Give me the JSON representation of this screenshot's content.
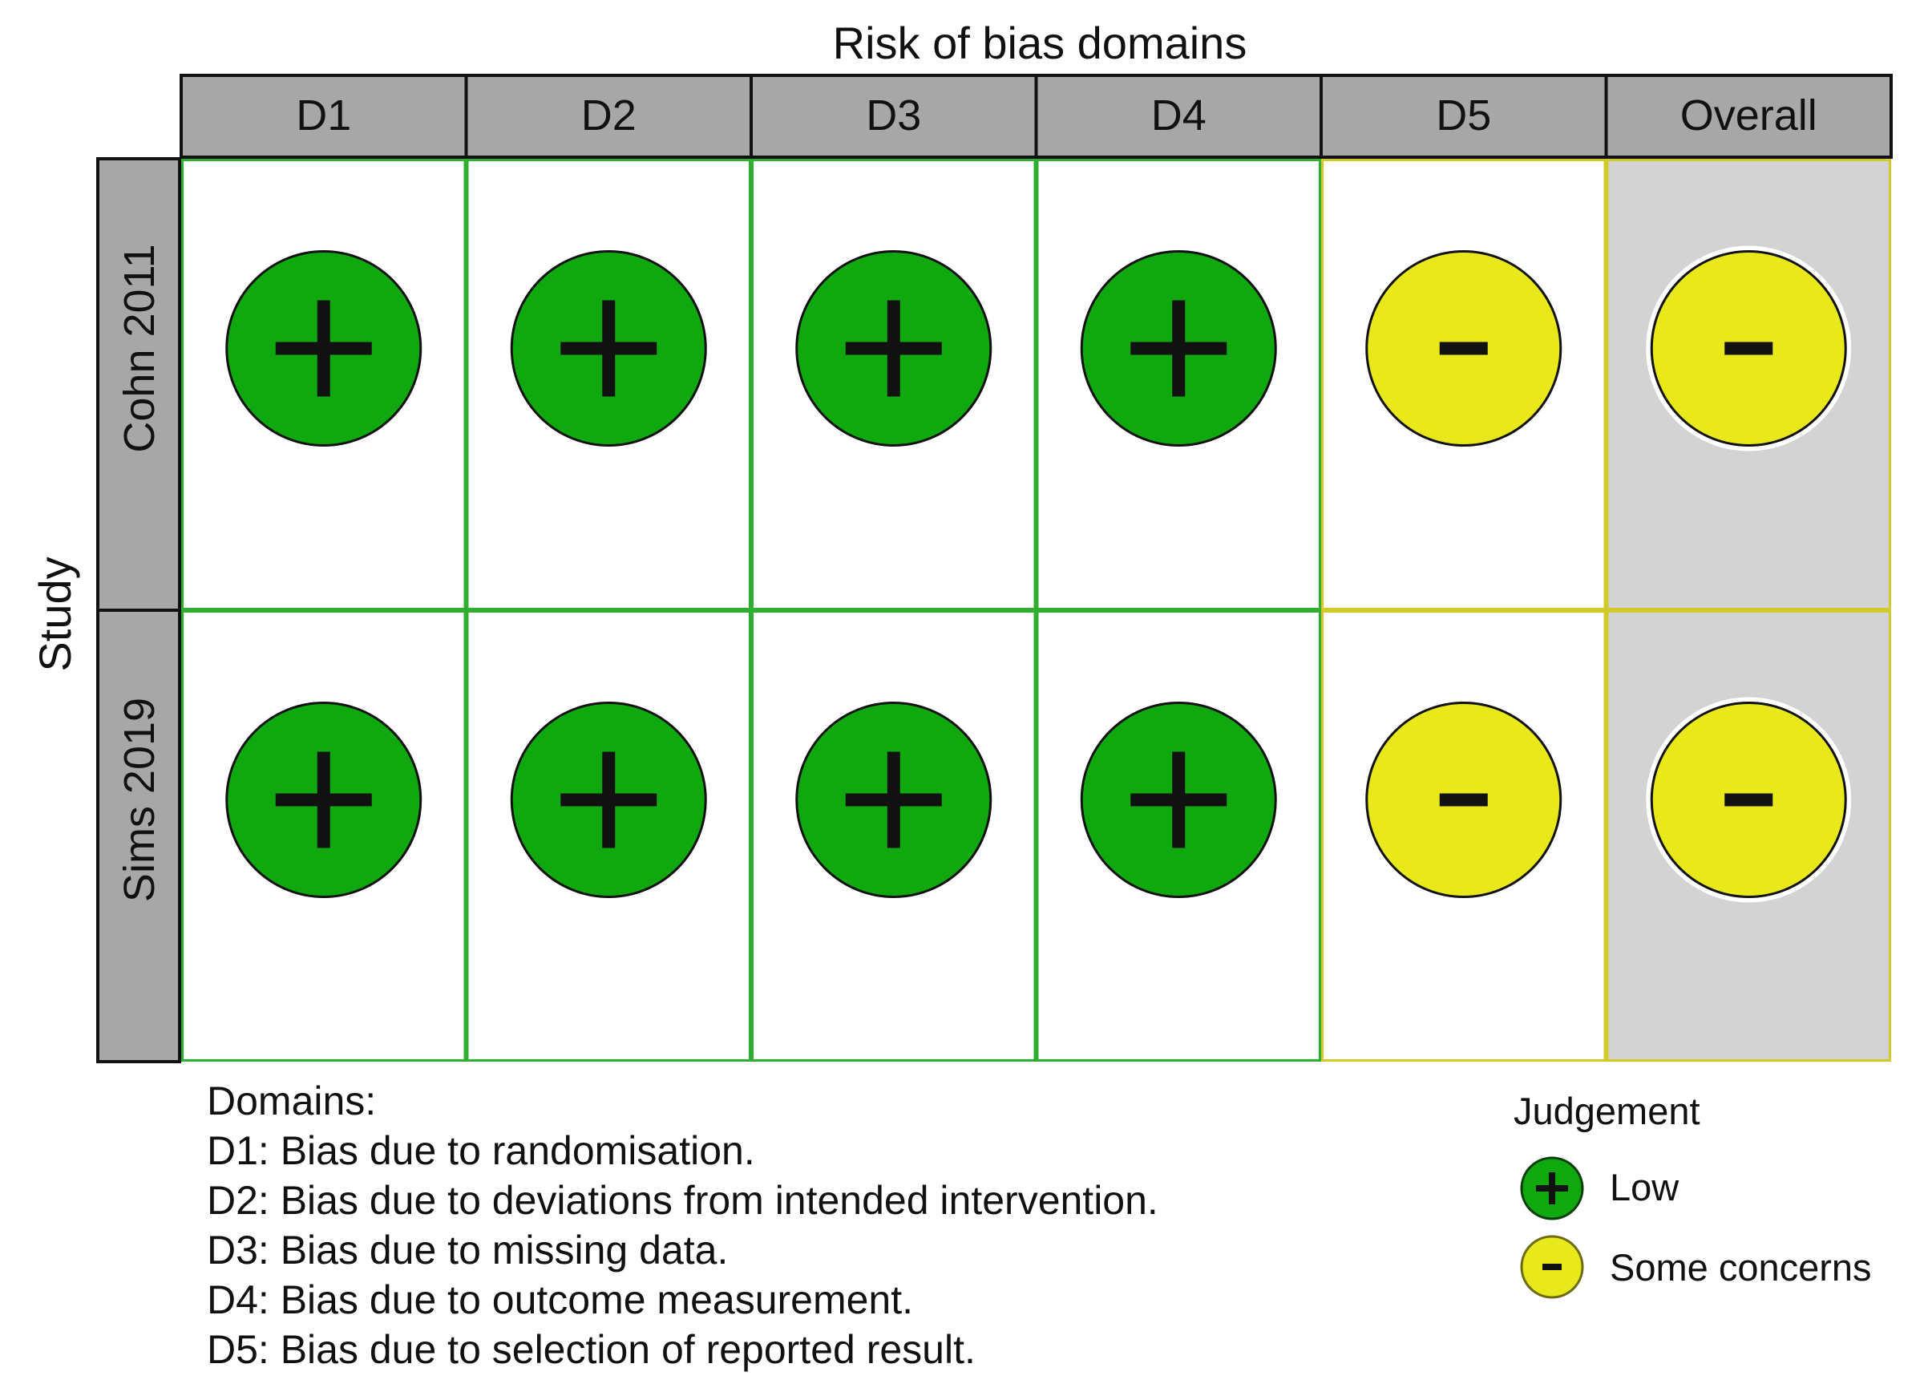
{
  "chart_data": {
    "type": "table",
    "title": "Risk of bias domains",
    "ylabel": "Study",
    "columns": [
      "D1",
      "D2",
      "D3",
      "D4",
      "D5",
      "Overall"
    ],
    "rows": [
      {
        "study": "Cohn 2011",
        "judgements": [
          "Low",
          "Low",
          "Low",
          "Low",
          "Some concerns",
          "Some concerns"
        ]
      },
      {
        "study": "Sims 2019",
        "judgements": [
          "Low",
          "Low",
          "Low",
          "Low",
          "Some concerns",
          "Some concerns"
        ]
      }
    ],
    "symbols": {
      "Low": "+",
      "Some concerns": "-"
    },
    "colors": {
      "Low": "#0fa80f",
      "Some concerns": "#e8e81a",
      "header": "#a7a7a7",
      "overall_bg": "#d3d3d3"
    }
  },
  "domains": {
    "heading": "Domains:",
    "items": [
      "D1: Bias due to randomisation.",
      "D2: Bias due to deviations from intended intervention.",
      "D3: Bias due to missing data.",
      "D4: Bias due to outcome measurement.",
      "D5: Bias due to selection of reported result."
    ]
  },
  "legend": {
    "title": "Judgement",
    "items": [
      {
        "label": "Low",
        "symbol": "+",
        "color": "#0fa80f"
      },
      {
        "label": "Some concerns",
        "symbol": "-",
        "color": "#e8e81a"
      }
    ]
  }
}
